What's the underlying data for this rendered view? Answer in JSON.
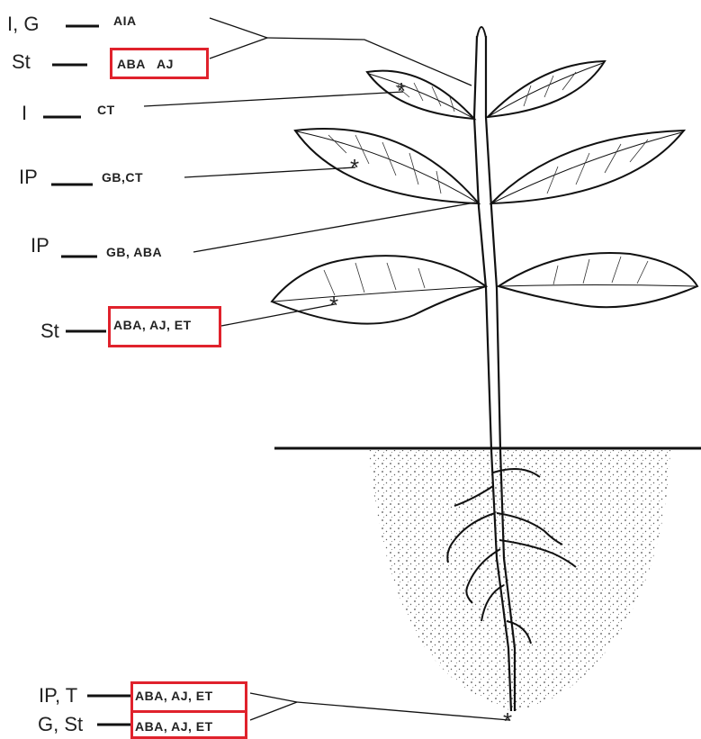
{
  "labels": {
    "ig": {
      "left": "I, G",
      "hormones": "AIA"
    },
    "st_top": {
      "left": "St",
      "hormones": "ABA   AJ"
    },
    "i": {
      "left": "I",
      "hormones": "CT"
    },
    "ip1": {
      "left": "IP",
      "hormones": "GB,CT"
    },
    "ip2": {
      "left": "IP",
      "hormones": "GB, ABA"
    },
    "st_mid": {
      "left": "St",
      "hormones": "ABA, AJ, ET"
    },
    "ipt": {
      "left": "IP, T",
      "hormones": "ABA, AJ, ET"
    },
    "gst": {
      "left": "G, St",
      "hormones": "ABA, AJ, ET"
    }
  },
  "colors": {
    "highlight_box": "#e0222c",
    "line": "#111111"
  },
  "icons": {
    "marker": "asterisk-icon"
  }
}
